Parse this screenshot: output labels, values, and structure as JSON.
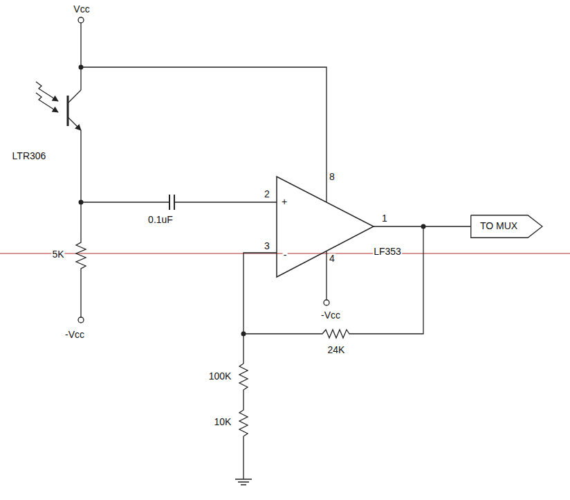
{
  "diagram": {
    "nodes": [
      {
        "text": [
          "TO MUX"
        ]
      }
    ],
    "labels": [
      "Vcc",
      "LTR306",
      "0.1uF",
      "5K",
      "-Vcc",
      "2",
      "+",
      "8",
      "1",
      "3",
      "-",
      "4",
      "LF353",
      "-Vcc",
      "24K",
      "100K",
      "10K"
    ]
  }
}
